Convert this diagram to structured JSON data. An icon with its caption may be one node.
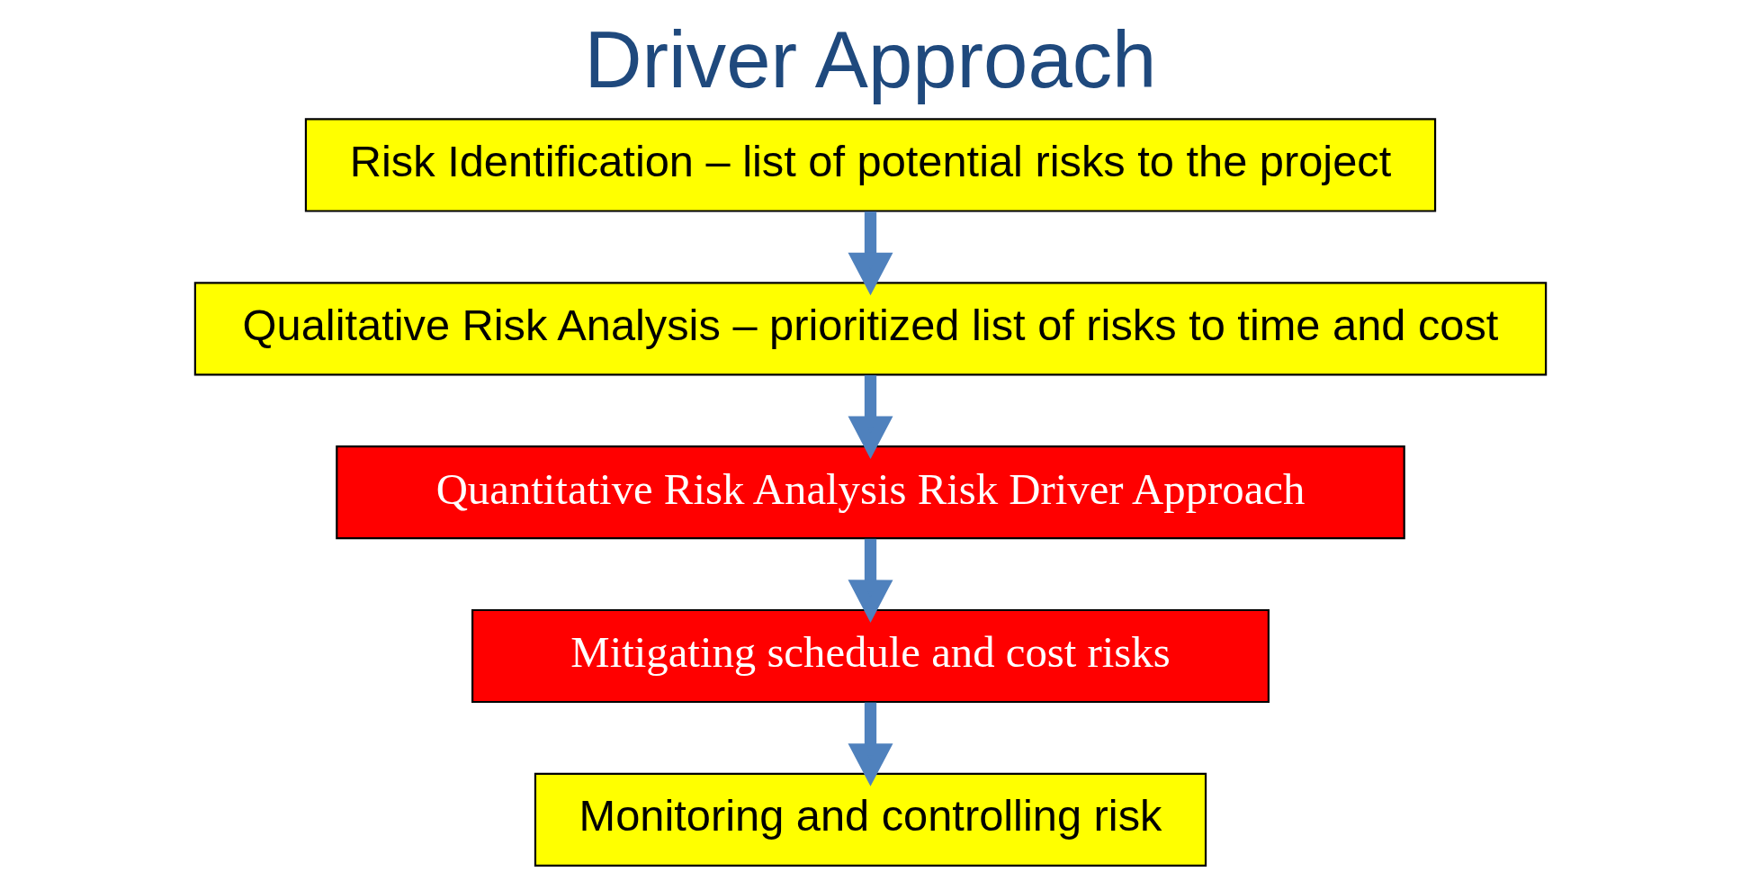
{
  "diagram": {
    "title": "Driver Approach",
    "nodes": [
      {
        "text": [
          "Risk Identification – list of potential risks to the project"
        ]
      },
      {
        "text": [
          "Qualitative Risk Analysis – prioritized list of risks to time and cost"
        ]
      },
      {
        "text": [
          "Quantitative Risk Analysis Risk Driver Approach"
        ]
      },
      {
        "text": [
          "Mitigating schedule and cost risks"
        ]
      },
      {
        "text": [
          "Monitoring and controlling risk"
        ]
      }
    ],
    "edges": [
      {
        "from": 0,
        "to": 1,
        "arrow": "to"
      },
      {
        "from": 1,
        "to": 2,
        "arrow": "to"
      },
      {
        "from": 2,
        "to": 3,
        "arrow": "to"
      },
      {
        "from": 3,
        "to": 4,
        "arrow": "to"
      }
    ]
  }
}
